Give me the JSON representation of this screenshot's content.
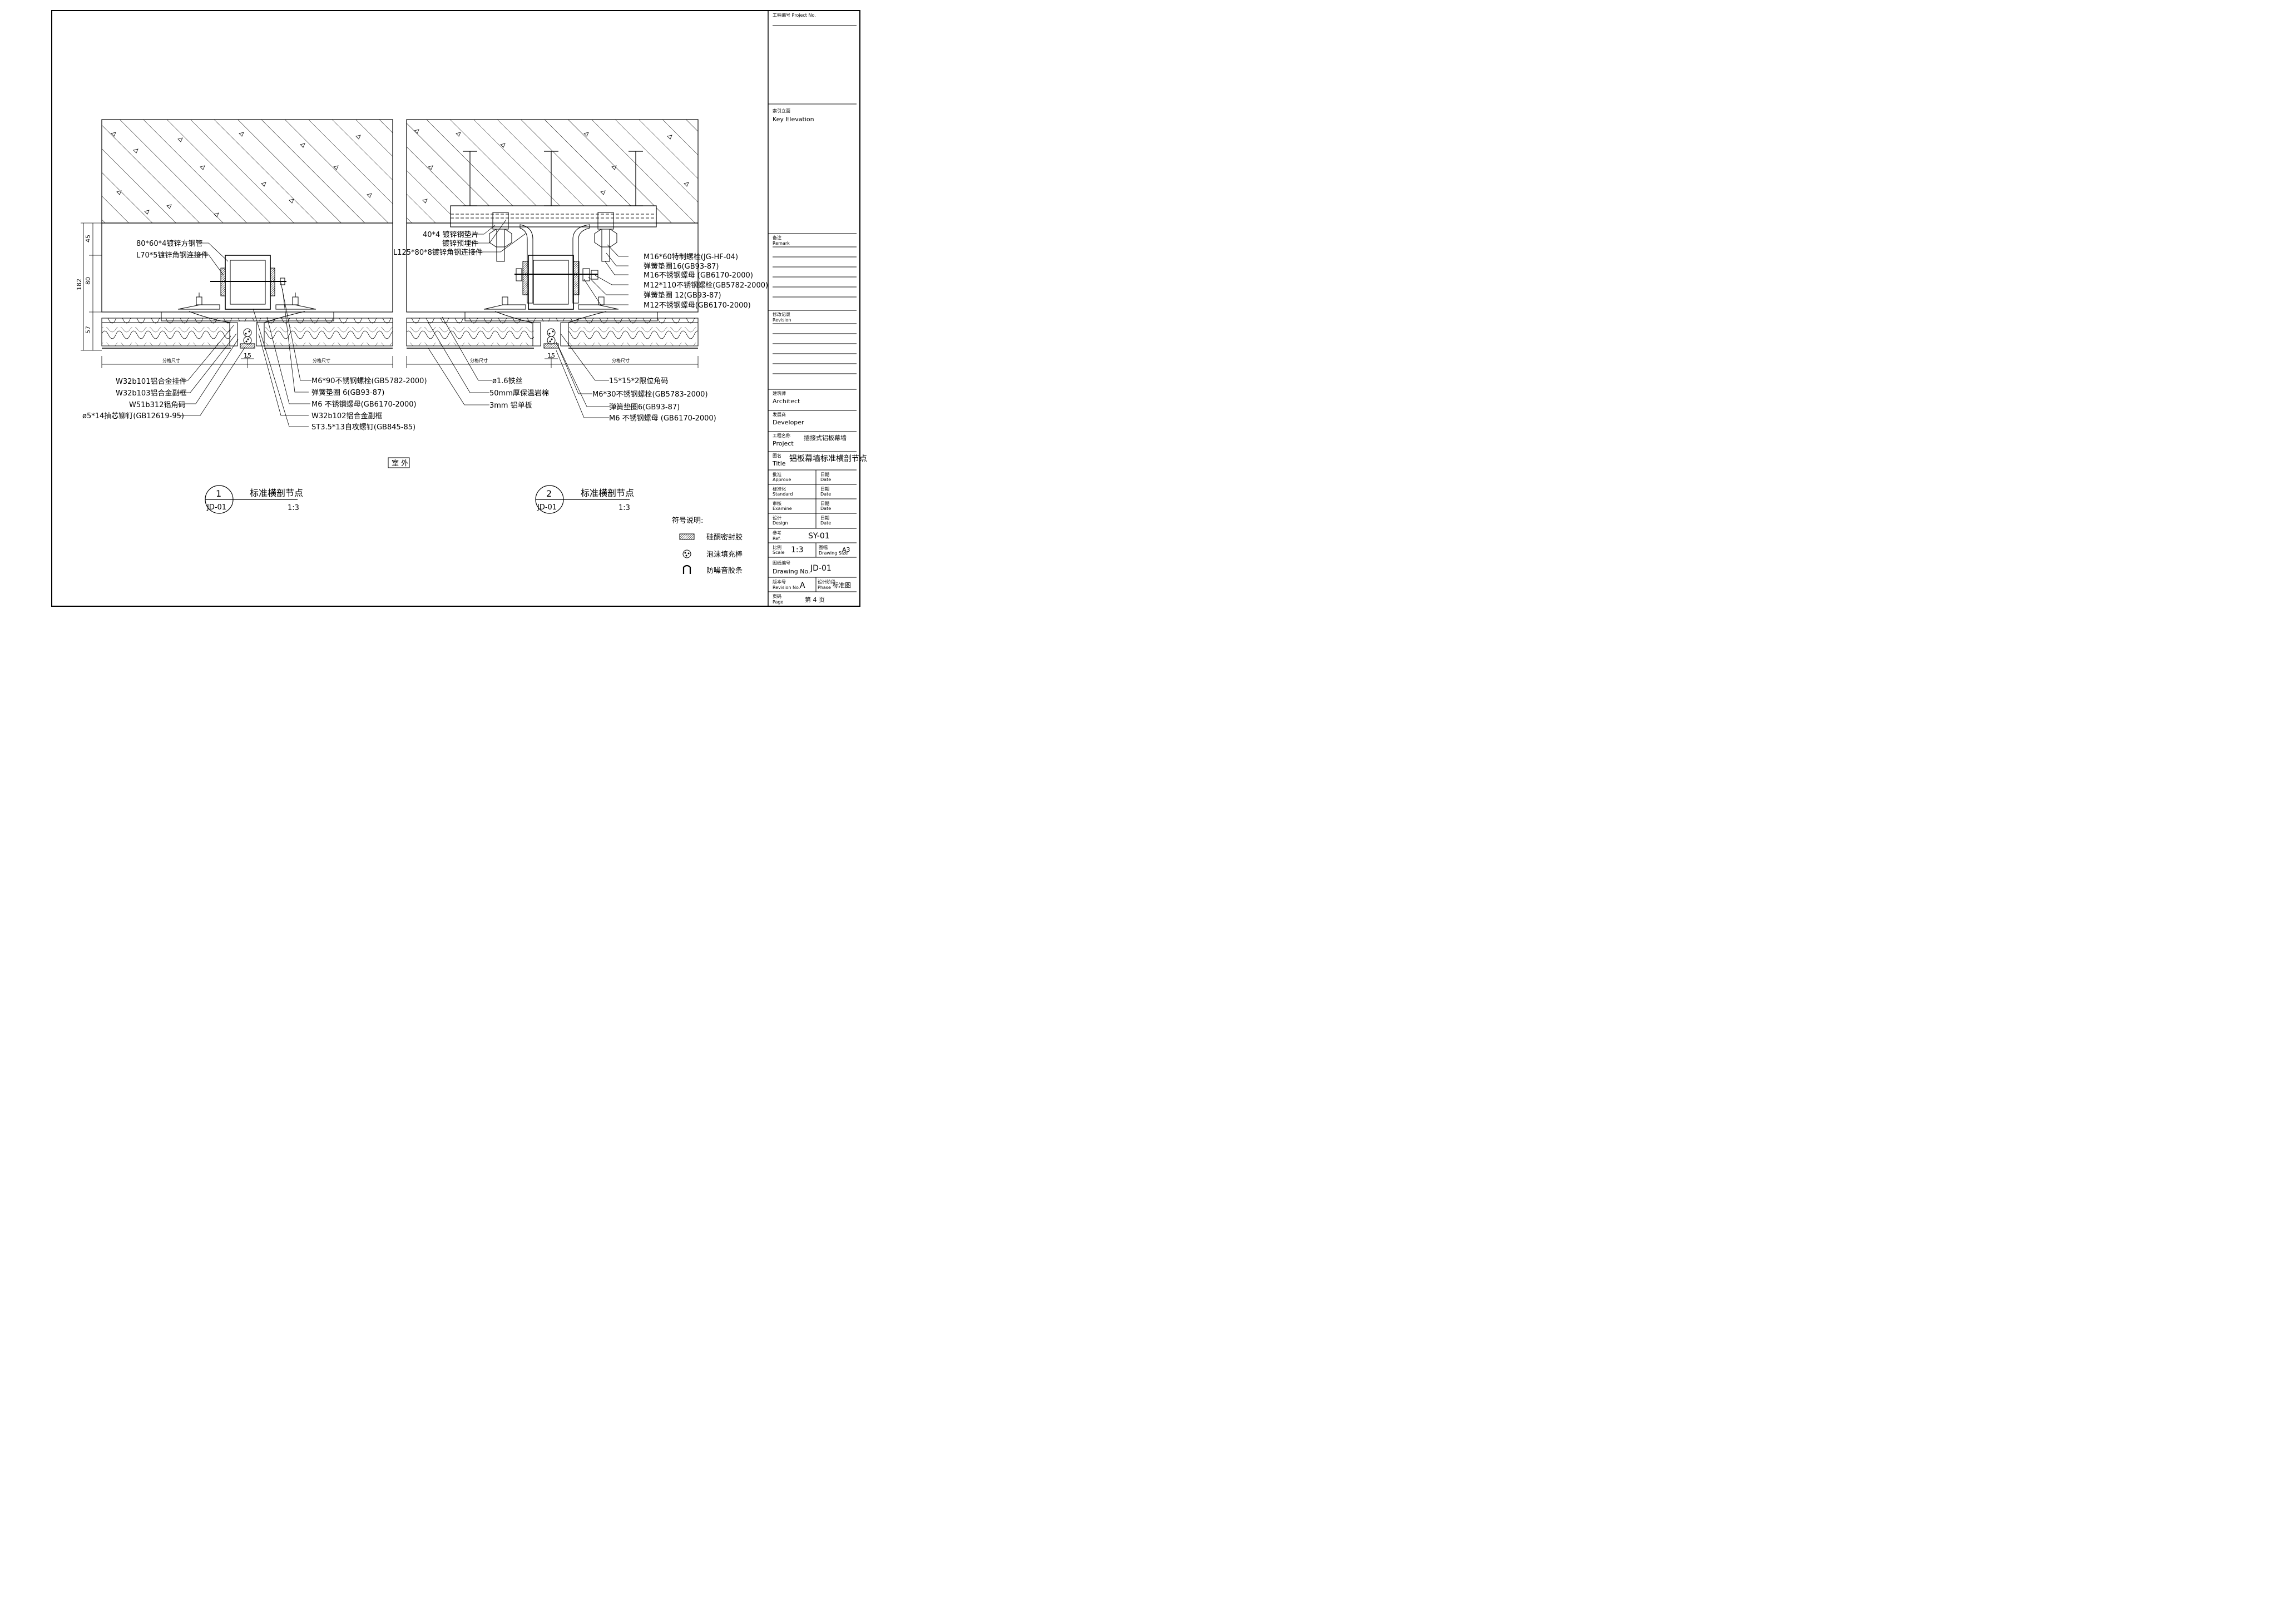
{
  "title_block": {
    "project_no_label": "工程编号\nProject No.",
    "key_elevation_label": "索引立面",
    "key_elevation_label_en": "Key Elevation",
    "remark_label_cn": "备注",
    "remark_label_en": "Remark",
    "revision_label_cn": "修改记录",
    "revision_label_en": "Revision",
    "architect_cn": "建筑师",
    "architect_en": "Architect",
    "developer_cn": "发展商",
    "developer_en": "Developer",
    "project_cn": "工程名称",
    "project_en": "Project",
    "project_value": "插接式铝板幕墙",
    "title_cn": "图名",
    "title_en": "Title",
    "title_value": "铝板幕墙标准横剖节点",
    "approve_cn": "批准",
    "approve_en": "Approve",
    "standard_cn": "标准化",
    "standard_en": "Standard",
    "examine_cn": "审核",
    "examine_en": "Examine",
    "design_cn": "设计",
    "design_en": "Design",
    "date_cn": "日期",
    "date_en": "Date",
    "ref_cn": "参考",
    "ref_en": "Ref.",
    "ref_value": "SY-01",
    "scale_cn": "比例",
    "scale_en": "Scale",
    "scale_value": "1:3",
    "size_cn": "图幅",
    "size_en": "Drawing Size",
    "size_value": "A3",
    "drawing_no_cn": "图纸编号",
    "drawing_no_en": "Drawing No.",
    "drawing_no_value": "JD-01",
    "revision_no_cn": "版本号",
    "revision_no_en": "Revision No.",
    "revision_no_value": "A",
    "phase_cn": "设计阶段",
    "phase_en": "Phase",
    "phase_value": "标准图",
    "page_cn": "页码",
    "page_en": "Page",
    "page_value": "第 4 页"
  },
  "detail1": {
    "dims": [
      "45",
      "80",
      "57",
      "182"
    ],
    "dim_gap": "15",
    "span_label": "分格尺寸",
    "labels_top": [
      "80*60*4镀锌方钢管",
      "L70*5镀锌角钢连接件"
    ],
    "labels_left": [
      "W32b101铝合金挂件",
      "W32b103铝合金副框",
      "W51b312铝角码",
      "ø5*14抽芯铆钉(GB12619-95)"
    ],
    "labels_right": [
      "M6*90不锈钢螺栓(GB5782-2000)",
      "弹簧垫圈 6(GB93-87)",
      "M6 不锈钢螺母(GB6170-2000)",
      "W32b102铝合金副框",
      "ST3.5*13自攻螺钉(GB845-85)"
    ],
    "outside_label": "室 外",
    "bubble_num": "1",
    "bubble_ref": "JD-01",
    "caption": "标准横剖节点",
    "scale": "1:3"
  },
  "detail2": {
    "dim_gap": "15",
    "span_label": "分格尺寸",
    "labels_top": [
      "40*4 镀锌钢垫片",
      "镀锌预埋件",
      "L125*80*8镀锌角钢连接件"
    ],
    "labels_right_top": [
      "M16*60特制螺栓(JG-HF-04)",
      "弹簧垫圈16(GB93-87)",
      "M16不锈钢螺母 (GB6170-2000)",
      "M12*110不锈钢螺栓(GB5782-2000)",
      "弹簧垫圈 12(GB93-87)",
      "M12不锈钢螺母(GB6170-2000)"
    ],
    "labels_mid": [
      "ø1.6铁丝",
      "50mm厚保温岩棉",
      "3mm 铝单板"
    ],
    "labels_right_bottom": [
      "15*15*2限位角码",
      "M6*30不锈钢螺栓(GB5783-2000)",
      "弹簧垫圈6(GB93-87)",
      "M6 不锈钢螺母 (GB6170-2000)"
    ],
    "bubble_num": "2",
    "bubble_ref": "JD-01",
    "caption": "标准横剖节点",
    "scale": "1:3"
  },
  "legend": {
    "title": "符号说明:",
    "items": [
      "硅酮密封胶",
      "泡沫填充棒",
      "防噪音胶条"
    ]
  }
}
